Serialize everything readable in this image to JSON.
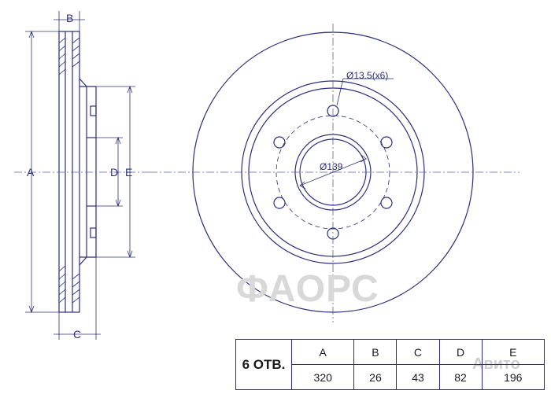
{
  "side_view_labels": {
    "a": "A",
    "b": "B",
    "c": "C",
    "d": "D",
    "e": "E"
  },
  "front_view_labels": {
    "bolt_hole": "Ø13.5(x6)",
    "pcd": "Ø139"
  },
  "spec_table": {
    "holes_label": "6 ОТВ.",
    "headers": [
      "A",
      "B",
      "C",
      "D",
      "E"
    ],
    "values": [
      "320",
      "26",
      "43",
      "82",
      "196"
    ]
  },
  "watermark": {
    "text": "ФАОРС",
    "logo_text": "Авито"
  },
  "colors": {
    "line": "#2b2f7a",
    "dash": "#5a5f9a",
    "watermark": "#d8d8d8"
  }
}
